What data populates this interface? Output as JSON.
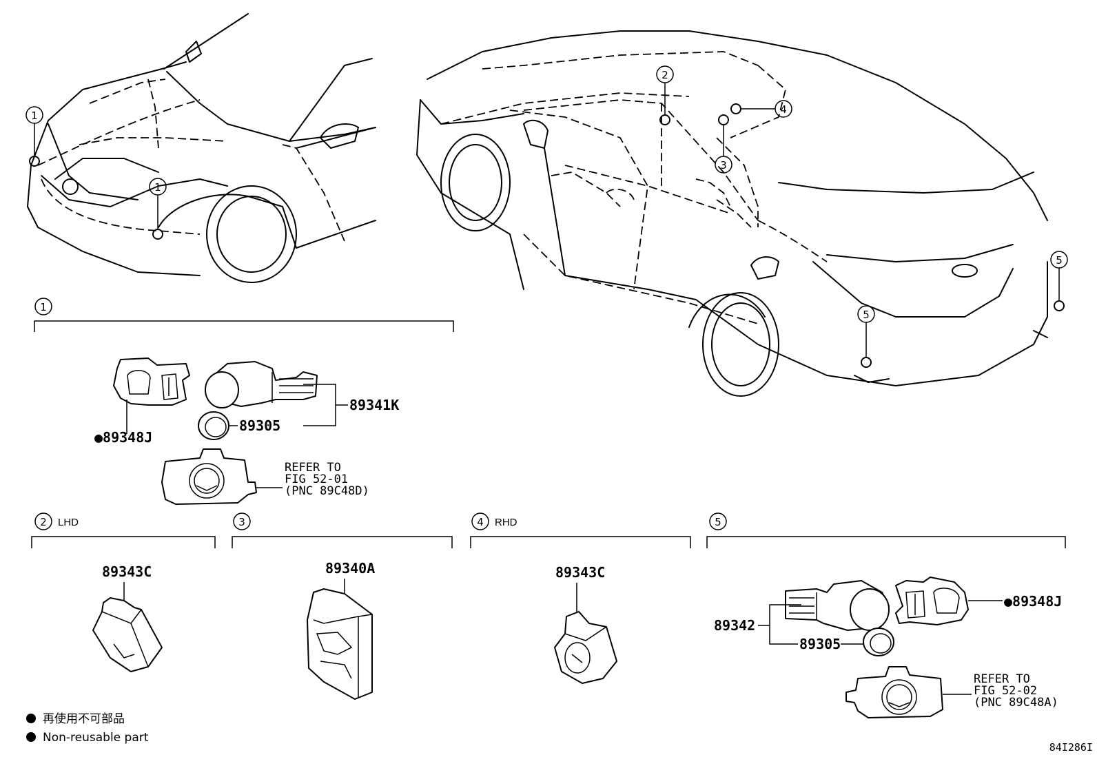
{
  "callouts": {
    "front_left": "1",
    "front_right": "1",
    "pillar": "2",
    "inner": "3",
    "roof": "4",
    "rear_left": "5",
    "rear_right": "5"
  },
  "sections": [
    {
      "num": "1",
      "label": ""
    },
    {
      "num": "2",
      "label": "LHD"
    },
    {
      "num": "3",
      "label": ""
    },
    {
      "num": "4",
      "label": "RHD"
    },
    {
      "num": "5",
      "label": ""
    }
  ],
  "parts": {
    "s1_retainer": "●89348J",
    "s1_sensor": "89341K",
    "s1_ring": "89305",
    "s1_refer": [
      "REFER TO",
      "FIG 52-01",
      "(PNC 89C48D)"
    ],
    "s2_sensor": "89343C",
    "s3_computer": "89340A",
    "s4_sensor": "89343C",
    "s5_sensor": "89342",
    "s5_ring": "89305",
    "s5_retainer": "●89348J",
    "s5_refer": [
      "REFER TO",
      "FIG 52-02",
      "(PNC 89C48A)"
    ]
  },
  "legend": {
    "japanese": "再使用不可部品",
    "english": "Non-reusable part"
  },
  "figure_code": "84I286I"
}
